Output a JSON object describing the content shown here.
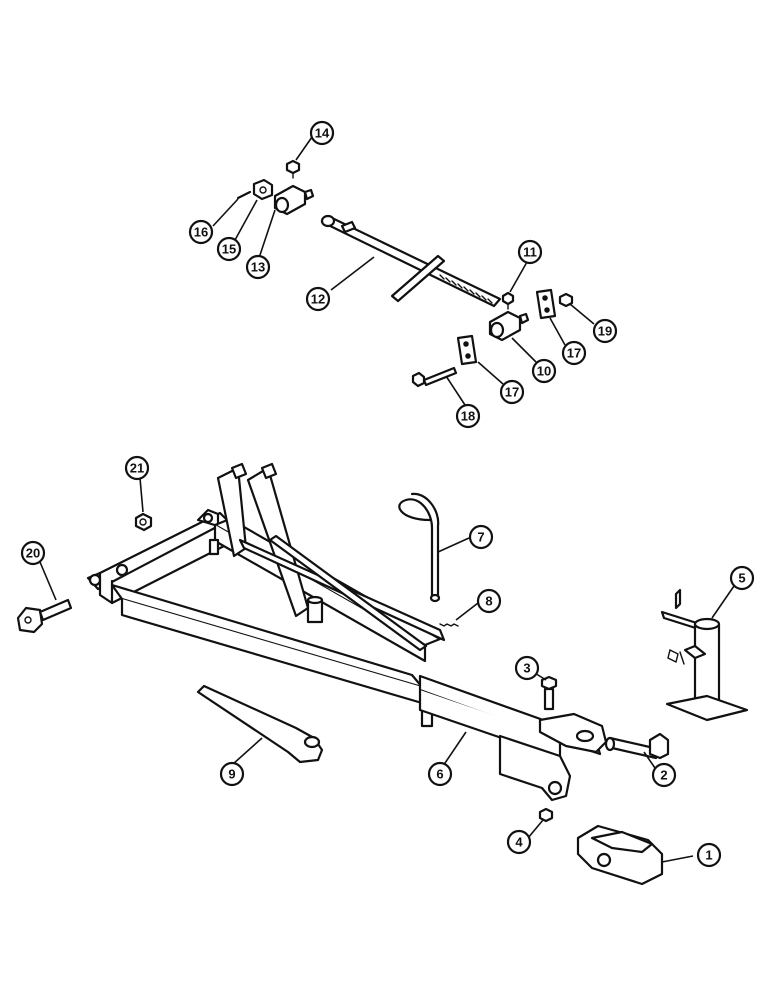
{
  "callouts": [
    {
      "id": "c14",
      "label": "14"
    },
    {
      "id": "c16",
      "label": "16"
    },
    {
      "id": "c15",
      "label": "15"
    },
    {
      "id": "c13",
      "label": "13"
    },
    {
      "id": "c12",
      "label": "12"
    },
    {
      "id": "c11",
      "label": "11"
    },
    {
      "id": "c19",
      "label": "19"
    },
    {
      "id": "c17a",
      "label": "17"
    },
    {
      "id": "c10",
      "label": "10"
    },
    {
      "id": "c17b",
      "label": "17"
    },
    {
      "id": "c18",
      "label": "18"
    },
    {
      "id": "c21",
      "label": "21"
    },
    {
      "id": "c7a",
      "label": "7"
    },
    {
      "id": "c8",
      "label": "8"
    },
    {
      "id": "c20",
      "label": "20"
    },
    {
      "id": "c5",
      "label": "5"
    },
    {
      "id": "c3",
      "label": "3"
    },
    {
      "id": "c9",
      "label": "9"
    },
    {
      "id": "c6",
      "label": "6"
    },
    {
      "id": "c2",
      "label": "2"
    },
    {
      "id": "c4",
      "label": "4"
    },
    {
      "id": "c1",
      "label": "1"
    }
  ]
}
